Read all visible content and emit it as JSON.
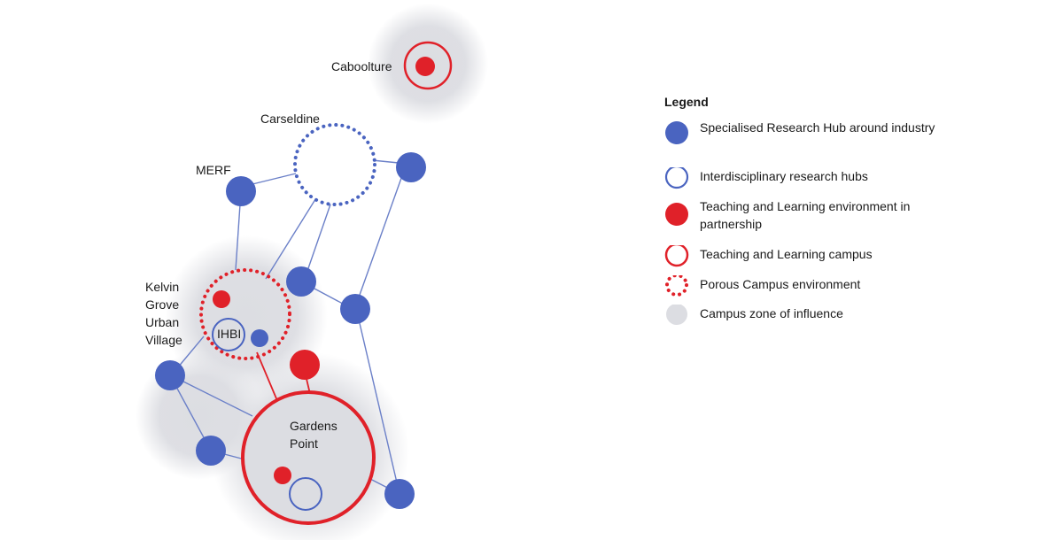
{
  "colors": {
    "research_blue": "#4a64c0",
    "teaching_red": "#e02129",
    "zone_grey": "#dcdde2",
    "link_blue": "#6b80c8",
    "link_red": "#e02129"
  },
  "labels": {
    "caboolture": "Caboolture",
    "carseldine": "Carseldine",
    "merf": "MERF",
    "kelvin_grove": [
      "Kelvin",
      "Grove",
      "Urban",
      "Village"
    ],
    "ihbi": "IHBI",
    "gardens_point": [
      "Gardens",
      "Point"
    ]
  },
  "legend": {
    "title": "Legend",
    "items": [
      {
        "key": "specialised",
        "icon": "filled-blue-circle",
        "label": "Specialised Research Hub around industry"
      },
      {
        "key": "interdisciplinary",
        "icon": "outlined-blue-circle",
        "label": "Interdisciplinary research hubs"
      },
      {
        "key": "teaching_partnership",
        "icon": "filled-red-circle",
        "label": "Teaching and Learning environment in partnership"
      },
      {
        "key": "teaching_campus",
        "icon": "outlined-red-circle",
        "label": "Teaching and Learning campus"
      },
      {
        "key": "porous",
        "icon": "dotted-red-circle",
        "label": "Porous Campus environment"
      },
      {
        "key": "zone",
        "icon": "grey-zone-circle",
        "label": "Campus zone of influence"
      }
    ]
  }
}
